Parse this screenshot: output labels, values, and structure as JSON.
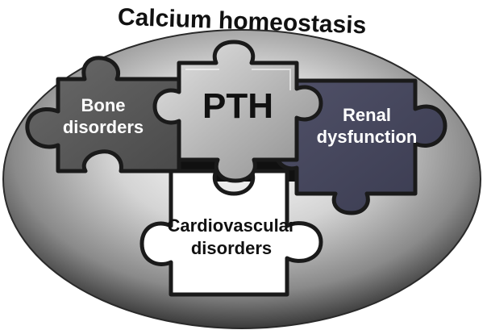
{
  "title": "Calcium homeostasis",
  "center": {
    "label": "PTH"
  },
  "pieces": {
    "bone": {
      "line1": "Bone",
      "line2": "disorders"
    },
    "renal": {
      "line1": "Renal",
      "line2": "dysfunction"
    },
    "cardio": {
      "line1": "Cardiovascular",
      "line2": "disorders"
    }
  },
  "colors": {
    "bone_piece": "#555555",
    "renal_piece": "#42435a",
    "cardio_piece": "#ffffff",
    "center_piece": "#bdbdbd",
    "outline": "#1a1a1a"
  }
}
